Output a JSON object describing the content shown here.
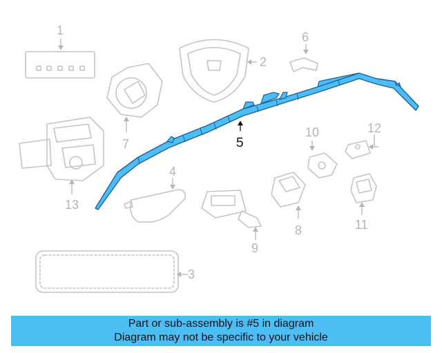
{
  "callouts": {
    "p1": "1",
    "p2": "2",
    "p3": "3",
    "p4": "4",
    "p5": "5",
    "p6": "6",
    "p7": "7",
    "p8": "8",
    "p9": "9",
    "p10": "10",
    "p11": "11",
    "p12": "12",
    "p13": "13"
  },
  "colors": {
    "highlight_fill": "#4dbef3",
    "highlight_stroke": "#1a5f9e",
    "ghost_stroke": "#c4c4c4",
    "footer_bg": "#4dbef3"
  },
  "footer": {
    "line1": "Part or sub-assembly is #5 in diagram",
    "line2": "Diagram may not be specific to your vehicle"
  }
}
